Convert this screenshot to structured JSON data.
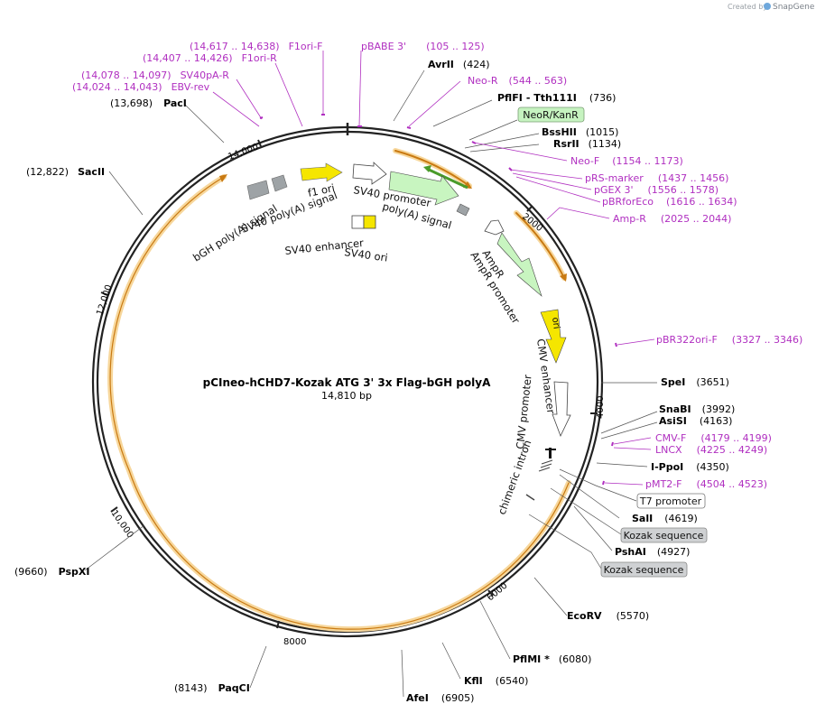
{
  "credit": {
    "prefix": "Created by",
    "brand": "SnapGene"
  },
  "plasmid": {
    "name": "pCIneo-hCHD7-Kozak ATG 3' 3x Flag-bGH polyA",
    "size": "14,810 bp"
  },
  "ticks": [
    "2000",
    "4000",
    "6000",
    "8000",
    "10,000",
    "12,000",
    "14,000"
  ],
  "sites": [
    {
      "name": "AvrII",
      "pos": "(424)"
    },
    {
      "name": "PflFI",
      "name2": "- Tth111I",
      "pos": "(736)"
    },
    {
      "name": "BssHII",
      "pos": "(1015)"
    },
    {
      "name": "RsrII",
      "pos": "(1134)"
    },
    {
      "name": "SpeI",
      "pos": "(3651)"
    },
    {
      "name": "SnaBI",
      "pos": "(3992)"
    },
    {
      "name": "AsiSI",
      "pos": "(4163)"
    },
    {
      "name": "I-PpoI",
      "pos": "(4350)"
    },
    {
      "name": "SalI",
      "pos": "(4619)"
    },
    {
      "name": "PshAI",
      "pos": "(4927)"
    },
    {
      "name": "EcoRV",
      "pos": "(5570)"
    },
    {
      "name": "PflMI *",
      "pos": "(6080)"
    },
    {
      "name": "KflI",
      "pos": "(6540)"
    },
    {
      "name": "AfeI",
      "pos": "(6905)"
    },
    {
      "name": "PaqCI",
      "pos": "(8143)"
    },
    {
      "name": "PspXI",
      "pos": "(9660)"
    },
    {
      "name": "SacII",
      "pos": "(12,822)"
    },
    {
      "name": "PacI",
      "pos": "(13,698)"
    }
  ],
  "primers": [
    {
      "name": "pBABE 3'",
      "pos": "(105 .. 125)"
    },
    {
      "name": "Neo-R",
      "pos": "(544 .. 563)"
    },
    {
      "name": "Neo-F",
      "pos": "(1154 .. 1173)"
    },
    {
      "name": "pRS-marker",
      "pos": "(1437 .. 1456)"
    },
    {
      "name": "pGEX 3'",
      "pos": "(1556 .. 1578)"
    },
    {
      "name": "pBRforEco",
      "pos": "(1616 .. 1634)"
    },
    {
      "name": "Amp-R",
      "pos": "(2025 .. 2044)"
    },
    {
      "name": "pBR322ori-F",
      "pos": "(3327 .. 3346)"
    },
    {
      "name": "CMV-F",
      "pos": "(4179 .. 4199)"
    },
    {
      "name": "LNCX",
      "pos": "(4225 .. 4249)"
    },
    {
      "name": "pMT2-F",
      "pos": "(4504 .. 4523)"
    },
    {
      "name": "F1ori-F",
      "pos": "(14,617 .. 14,638)"
    },
    {
      "name": "F1ori-R",
      "pos": "(14,407 .. 14,426)"
    },
    {
      "name": "SV40pA-R",
      "pos": "(14,078 .. 14,097)"
    },
    {
      "name": "EBV-rev",
      "pos": "(14,024 .. 14,043)"
    }
  ],
  "boxes": {
    "neor": "NeoR/KanR",
    "t7": "T7 promoter",
    "kozak1": "Kozak sequence",
    "kozak2": "Kozak sequence"
  },
  "features": {
    "f1_ori": "f1 ori",
    "sv40_promoter": "SV40 promoter",
    "polya_signal": "poly(A) signal",
    "sv40_polya": "SV40 poly(A) signal",
    "bgh_polya": "bGH poly(A) signal",
    "sv40_enhancer": "SV40 enhancer",
    "sv40_ori": "SV40 ori",
    "ampr": "AmpR",
    "ampr_promoter": "AmpR promoter",
    "ori": "ori",
    "cmv_enhancer": "CMV enhancer",
    "cmv_promoter": "CMV promoter",
    "chimeric_intron": "chimeric intron"
  },
  "colors": {
    "primer": "#b02fc0",
    "orange": "#d9901e",
    "green_feature": "#c8f5c0",
    "yellow_feature": "#f5e600",
    "gray_feature": "#9ea3a6",
    "box_green": "#c6f3c0",
    "box_gray": "#cfd1d3"
  }
}
